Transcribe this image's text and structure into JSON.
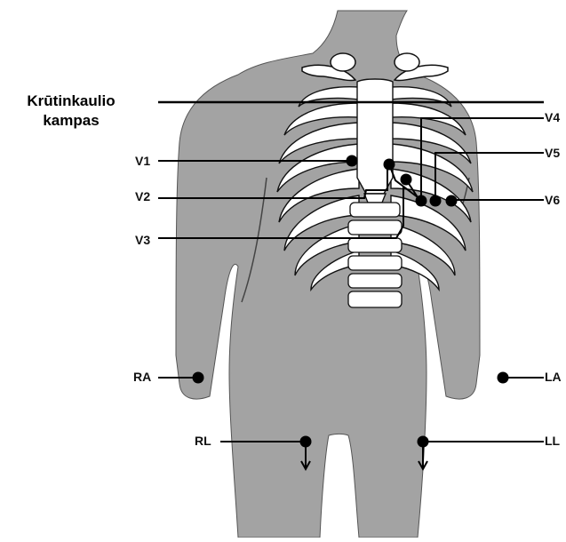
{
  "diagram": {
    "sternum_label": [
      "Krūtinkaulio",
      "kampas"
    ],
    "electrodes": [
      {
        "id": "V1",
        "label": "V1"
      },
      {
        "id": "V2",
        "label": "V2"
      },
      {
        "id": "V3",
        "label": "V3"
      },
      {
        "id": "V4",
        "label": "V4"
      },
      {
        "id": "V5",
        "label": "V5"
      },
      {
        "id": "V6",
        "label": "V6"
      },
      {
        "id": "RA",
        "label": "RA"
      },
      {
        "id": "LA",
        "label": "LA"
      },
      {
        "id": "RL",
        "label": "RL"
      },
      {
        "id": "LL",
        "label": "LL"
      }
    ],
    "colors": {
      "body": "#a3a3a3",
      "bone": "#ffffff",
      "outline": "#111111",
      "lead": "#000000"
    }
  }
}
